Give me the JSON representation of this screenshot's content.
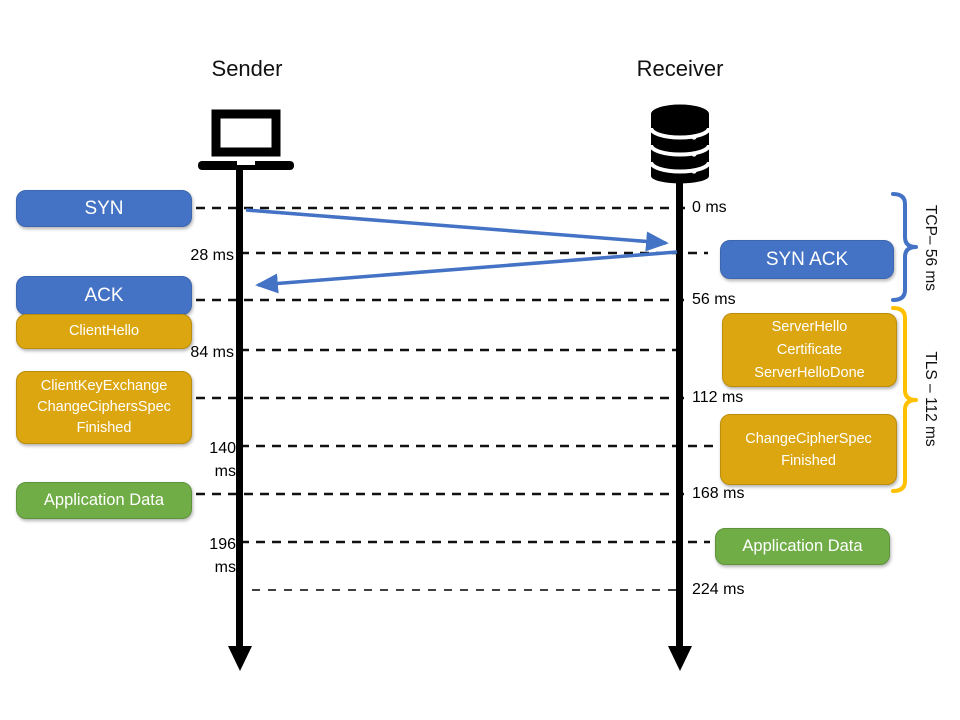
{
  "titles": {
    "sender": "Sender",
    "receiver": "Receiver"
  },
  "messages": {
    "syn": "SYN",
    "ack": "ACK",
    "client_hello": "ClientHello",
    "client_key_exchange": [
      "ClientKeyExchange",
      "ChangeCiphersSpec",
      "Finished"
    ],
    "app_data_left": "Application Data",
    "syn_ack": "SYN ACK",
    "server_hello": [
      "ServerHello",
      "Certificate",
      "ServerHelloDone"
    ],
    "change_cipher_spec": [
      "ChangeCipherSpec",
      "Finished"
    ],
    "app_data_right": "Application Data"
  },
  "timestamps": {
    "t0": "0 ms",
    "t28": "28 ms",
    "t56": "56 ms",
    "t84": "84 ms",
    "t112": "112 ms",
    "t140_line1": "140",
    "t140_line2": "ms",
    "t168": "168 ms",
    "t196_line1": "196",
    "t196_line2": "ms",
    "t224": "224 ms"
  },
  "braces": {
    "tcp": "TCP– 56 ms",
    "tls": "TLS – 112 ms"
  },
  "colors": {
    "tcp_blue": "#4472C4",
    "tls_gold_box": "#DCA610",
    "brace_gold": "#FFC000",
    "app_green": "#70AD47",
    "lifeline_black": "#000000"
  }
}
